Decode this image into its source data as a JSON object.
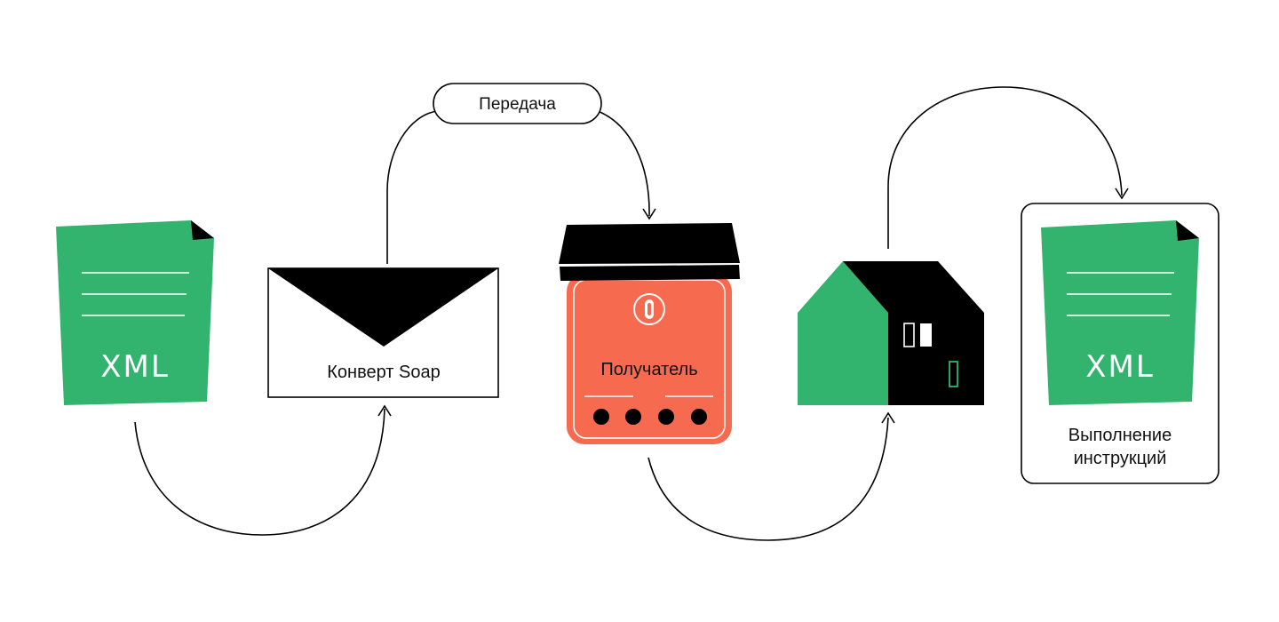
{
  "colors": {
    "green": "#33B46E",
    "black": "#000000",
    "orange": "#F66B4F",
    "white": "#FFFFFF"
  },
  "nodes": {
    "xml_source": {
      "label": "XML",
      "icon": "xml-document-icon"
    },
    "envelope": {
      "label": "Конверт Soap",
      "icon": "envelope-icon"
    },
    "transfer": {
      "label": "Передача"
    },
    "receiver": {
      "label": "Получатель",
      "icon": "mailbox-icon"
    },
    "house": {
      "icon": "house-icon"
    },
    "result": {
      "doc_label": "XML",
      "caption_line1": "Выполнение",
      "caption_line2": "инструкций",
      "icon": "xml-document-icon"
    }
  }
}
